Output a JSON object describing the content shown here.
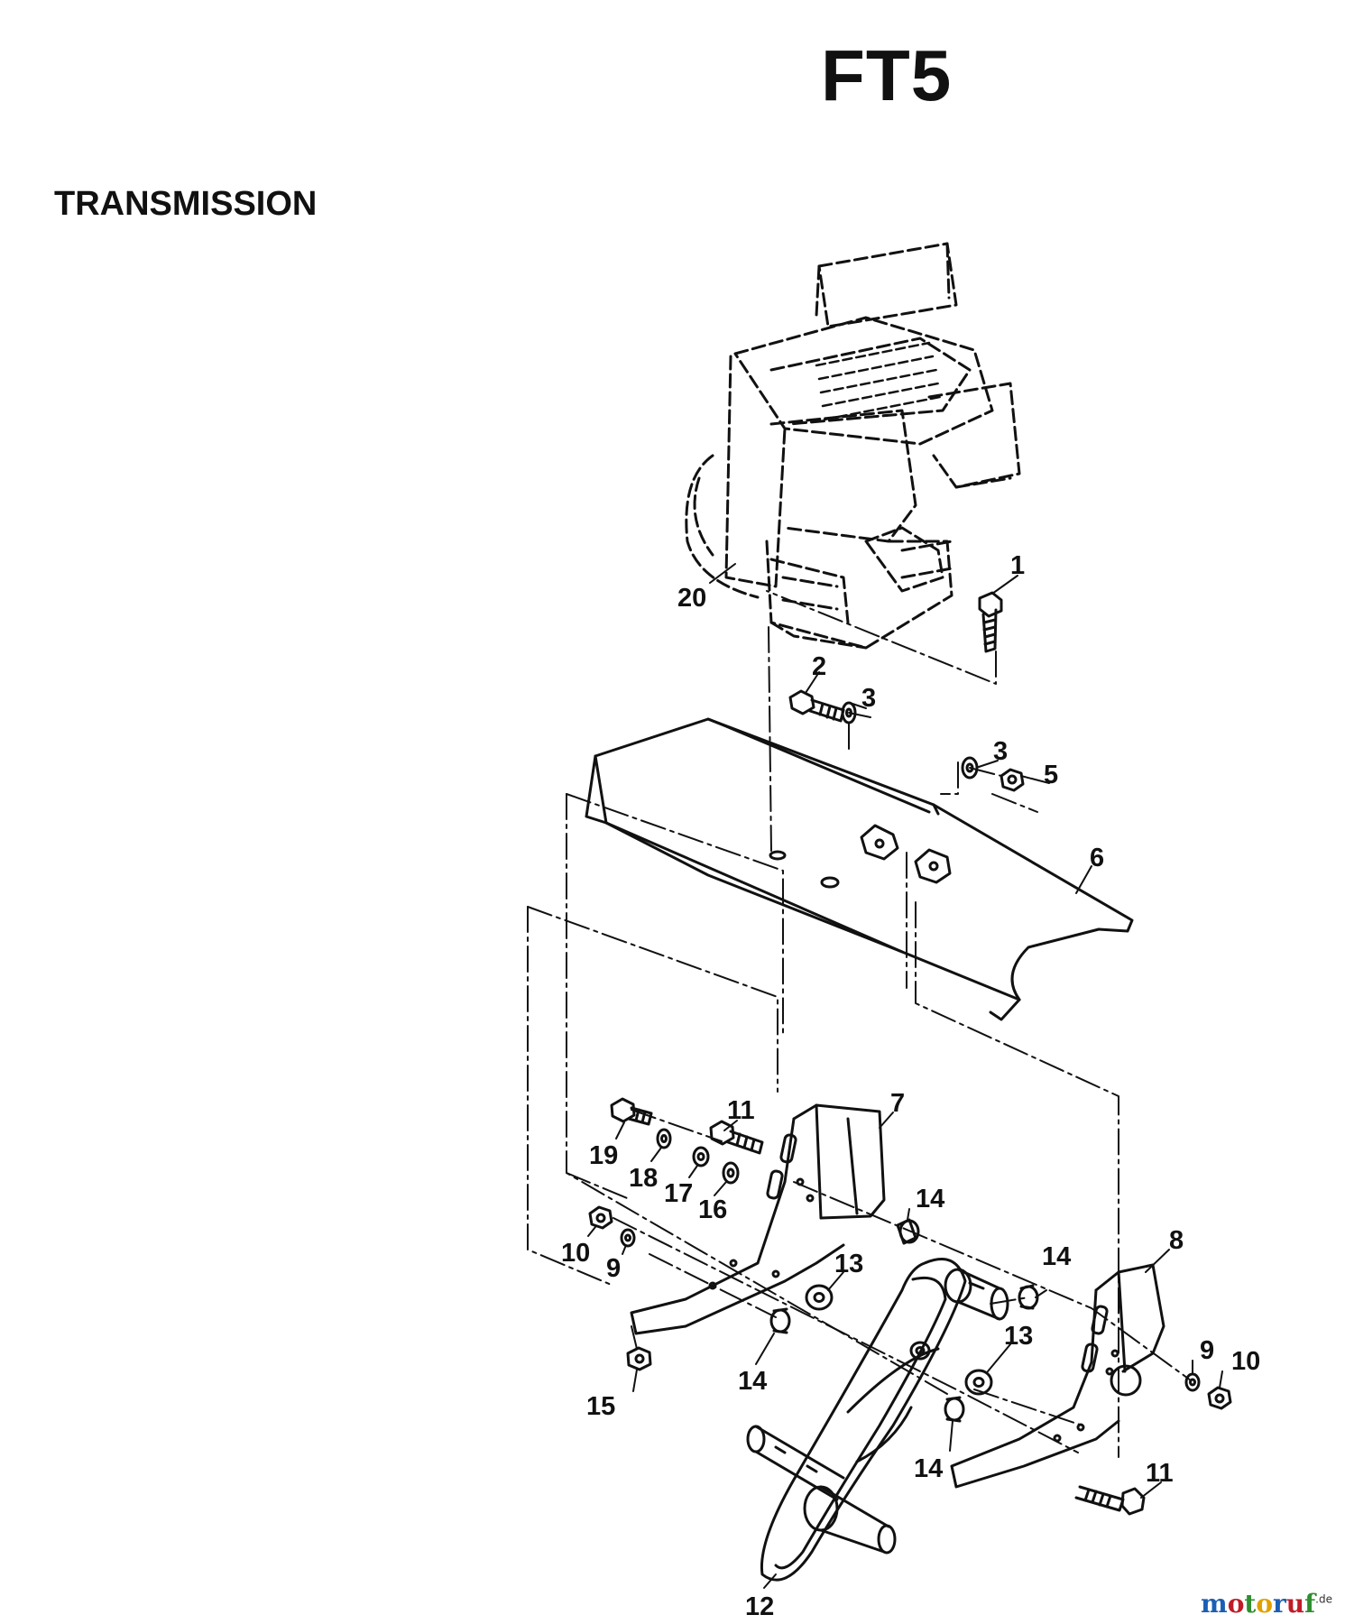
{
  "header": {
    "model": "FT5",
    "section_title": "TRANSMISSION"
  },
  "callouts": [
    "1",
    "2",
    "3",
    "3",
    "5",
    "6",
    "7",
    "8",
    "9",
    "9",
    "10",
    "10",
    "11",
    "11",
    "12",
    "13",
    "13",
    "14",
    "14",
    "14",
    "14",
    "15",
    "16",
    "17",
    "18",
    "19",
    "20"
  ],
  "watermark": {
    "letters": [
      "m",
      "o",
      "t",
      "o",
      "r",
      "u",
      "f"
    ],
    "colors": [
      "#1a5fb4",
      "#c01c28",
      "#2f8f2f",
      "#e0a100",
      "#1a5fb4",
      "#c01c28",
      "#2f8f2f"
    ],
    "suffix": ".de"
  }
}
